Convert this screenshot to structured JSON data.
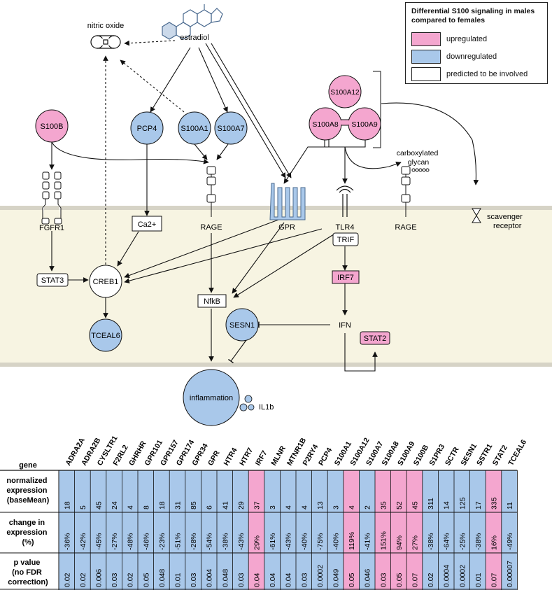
{
  "legend": {
    "title": "Differential S100 signaling in males compared to females",
    "items": [
      {
        "label": "upregulated",
        "color": "#f4a6cf"
      },
      {
        "label": "downregulated",
        "color": "#a9c8ea"
      },
      {
        "label": "predicted to be involved",
        "color": "#ffffff"
      }
    ]
  },
  "colors": {
    "up": "#f4a6cf",
    "down": "#a9c8ea",
    "membrane": "#f7f4e2",
    "membrane_edge": "#d6d3c6"
  },
  "diagram": {
    "nodes": {
      "estradiol": "estradiol",
      "nitric_oxide": "nitric oxide",
      "s100b": "S100B",
      "pcp4": "PCP4",
      "s100a1": "S100A1",
      "s100a7": "S100A7",
      "s100a12": "S100A12",
      "s100a8": "S100A8",
      "s100a9": "S100A9",
      "carboxylated_glycan": "carboxylated glycan",
      "scavenger_receptor": "scavenger receptor",
      "fgfr1": "FGFR1",
      "ca2": "Ca2+",
      "rage1": "RAGE",
      "gpr": "GPR",
      "tlr4": "TLR4",
      "rage2": "RAGE",
      "trif": "TRIF",
      "irf7": "IRF7",
      "stat3": "STAT3",
      "creb1": "CREB1",
      "nfkb": "NfkB",
      "ifn": "IFN",
      "sesn1": "SESN1",
      "stat2": "STAT2",
      "tceal6": "TCEAL6",
      "inflammation": "inflammation",
      "il1b": "IL1b"
    }
  },
  "table": {
    "row_headers": {
      "gene": "gene",
      "base_mean": "normalized expression (baseMean)",
      "change": "change in expression (%)",
      "pvalue": "p value (no FDR correction)"
    },
    "genes": [
      {
        "name": "ADRA2A",
        "base_mean": "18",
        "change": "-36%",
        "p": "0.02",
        "reg": "down"
      },
      {
        "name": "ADRA2B",
        "base_mean": "5",
        "change": "-42%",
        "p": "0.02",
        "reg": "down"
      },
      {
        "name": "CYSLTR1",
        "base_mean": "45",
        "change": "-45%",
        "p": "0.006",
        "reg": "down"
      },
      {
        "name": "F2RL2",
        "base_mean": "24",
        "change": "-27%",
        "p": "0.03",
        "reg": "down"
      },
      {
        "name": "GHRHR",
        "base_mean": "4",
        "change": "-48%",
        "p": "0.02",
        "reg": "down"
      },
      {
        "name": "GPR101",
        "base_mean": "8",
        "change": "-46%",
        "p": "0.05",
        "reg": "down"
      },
      {
        "name": "GPR157",
        "base_mean": "18",
        "change": "-23%",
        "p": "0.048",
        "reg": "down"
      },
      {
        "name": "GPR174",
        "base_mean": "31",
        "change": "-51%",
        "p": "0.01",
        "reg": "down"
      },
      {
        "name": "GPR34",
        "base_mean": "85",
        "change": "-28%",
        "p": "0.03",
        "reg": "down"
      },
      {
        "name": "GPR",
        "base_mean": "6",
        "change": "-54%",
        "p": "0.004",
        "reg": "down"
      },
      {
        "name": "HTR4",
        "base_mean": "41",
        "change": "-38%",
        "p": "0.048",
        "reg": "down"
      },
      {
        "name": "HTR7",
        "base_mean": "29",
        "change": "-43%",
        "p": "0.03",
        "reg": "down"
      },
      {
        "name": "IRF7",
        "base_mean": "37",
        "change": "29%",
        "p": "0.04",
        "reg": "up"
      },
      {
        "name": "MLNR",
        "base_mean": "3",
        "change": "-61%",
        "p": "0.04",
        "reg": "down"
      },
      {
        "name": "MTNR1B",
        "base_mean": "4",
        "change": "-43%",
        "p": "0.04",
        "reg": "down"
      },
      {
        "name": "P2RY4",
        "base_mean": "4",
        "change": "-40%",
        "p": "0.03",
        "reg": "down"
      },
      {
        "name": "PCP4",
        "base_mean": "13",
        "change": "-75%",
        "p": "0.0002",
        "reg": "down"
      },
      {
        "name": "S100A1",
        "base_mean": "3",
        "change": "-40%",
        "p": "0.049",
        "reg": "down"
      },
      {
        "name": "S100A12",
        "base_mean": "4",
        "change": "119%",
        "p": "0.05",
        "reg": "up"
      },
      {
        "name": "S100A7",
        "base_mean": "2",
        "change": "-41%",
        "p": "0.046",
        "reg": "down"
      },
      {
        "name": "S100A8",
        "base_mean": "35",
        "change": "151%",
        "p": "0.03",
        "reg": "up"
      },
      {
        "name": "S100A9",
        "base_mean": "52",
        "change": "94%",
        "p": "0.05",
        "reg": "up"
      },
      {
        "name": "S100B",
        "base_mean": "45",
        "change": "27%",
        "p": "0.07",
        "reg": "up"
      },
      {
        "name": "S1PR3",
        "base_mean": "311",
        "change": "-38%",
        "p": "0.02",
        "reg": "down"
      },
      {
        "name": "SCTR",
        "base_mean": "14",
        "change": "-64%",
        "p": "0.0004",
        "reg": "down"
      },
      {
        "name": "SESN1",
        "base_mean": "125",
        "change": "-25%",
        "p": "0.0002",
        "reg": "down"
      },
      {
        "name": "SSTR1",
        "base_mean": "17",
        "change": "-38%",
        "p": "0.01",
        "reg": "down"
      },
      {
        "name": "STAT2",
        "base_mean": "335",
        "change": "16%",
        "p": "0.07",
        "reg": "up"
      },
      {
        "name": "TCEAL6",
        "base_mean": "11",
        "change": "-49%",
        "p": "0.00007",
        "reg": "down"
      }
    ]
  }
}
